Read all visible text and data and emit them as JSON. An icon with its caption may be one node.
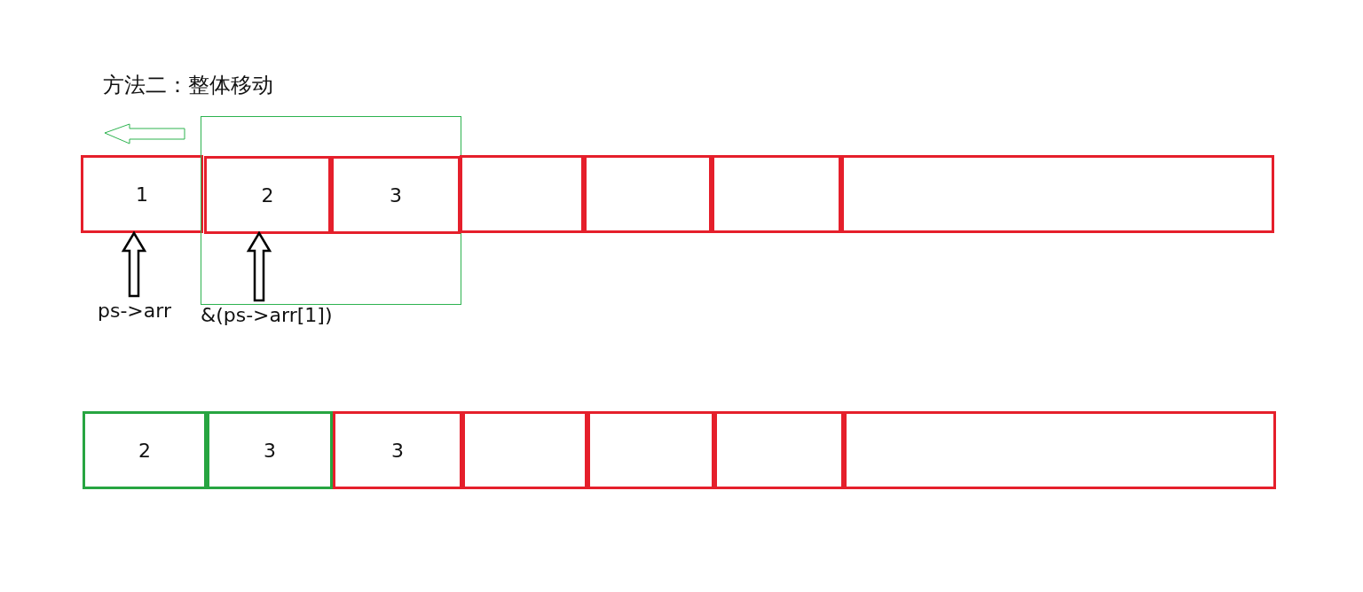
{
  "diagram": {
    "title": "方法二：整体移动",
    "nodes": [
      {
        "text": [
          "1"
        ]
      },
      {
        "text": [],
        "shape": "box"
      },
      {
        "text": [
          "2"
        ],
        "in": 1
      },
      {
        "text": [
          "3"
        ],
        "in": 1
      },
      {
        "text": [],
        "shape": "box"
      },
      {
        "text": [],
        "shape": "box"
      },
      {
        "text": [],
        "shape": "box"
      },
      {
        "text": [],
        "shape": "box"
      },
      {
        "text": [
          "ps->arr"
        ]
      },
      {
        "text": [
          "&(ps->arr[1])"
        ]
      },
      {
        "text": [
          "2"
        ]
      },
      {
        "text": [
          "3"
        ]
      },
      {
        "text": [
          "3"
        ]
      },
      {
        "text": [],
        "shape": "box"
      },
      {
        "text": [],
        "shape": "box"
      },
      {
        "text": [],
        "shape": "box"
      },
      {
        "text": [],
        "shape": "box"
      }
    ],
    "edges": [
      {
        "from": 8,
        "to": 0,
        "arrow": "to"
      },
      {
        "from": 9,
        "to": 2,
        "arrow": "to"
      }
    ]
  }
}
